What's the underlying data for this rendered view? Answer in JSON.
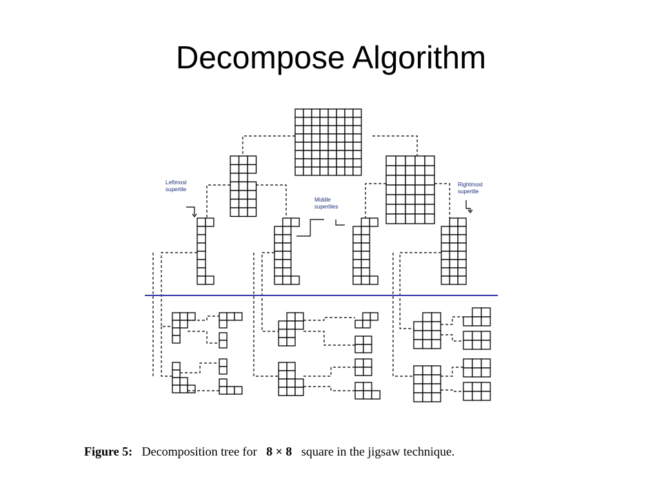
{
  "slide": {
    "title": "Decompose Algorithm"
  },
  "diagram": {
    "labels": {
      "leftmost_line1": "Leftmost",
      "leftmost_line2": "supertile",
      "middle_line1": "Middle",
      "middle_line2": "supertiles",
      "rightmost_line1": "Rightmost",
      "rightmost_line2": "supertile"
    },
    "colors": {
      "divider": "#3b3ea8",
      "label_text": "#1f2f7a",
      "lines": "#000000"
    }
  },
  "caption": {
    "figure_label": "Figure 5:",
    "text_before": "Decomposition tree for",
    "size_expr": "8 × 8",
    "text_after": "square in the jigsaw technique."
  }
}
